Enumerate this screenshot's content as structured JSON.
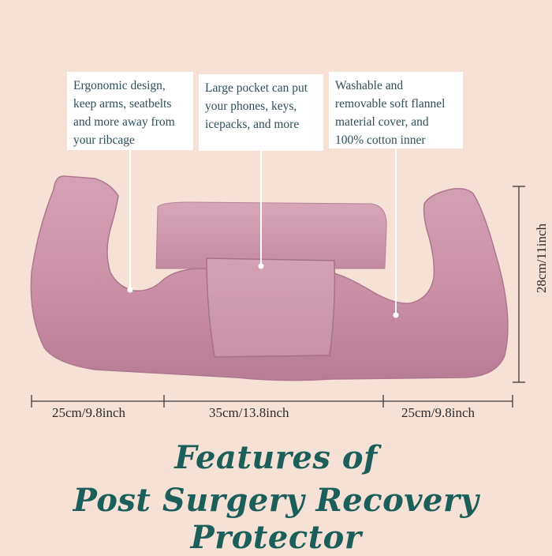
{
  "colors": {
    "background": "#f6e1d6",
    "pillow": "#cf97ad",
    "pillow_shadow": "#b37790",
    "title": "#1c5e5a",
    "callout_text": "#2f4e57"
  },
  "callouts": [
    {
      "text": "Ergonomic design,\nkeep arms, seatbelts\nand more away from\nyour ribcage"
    },
    {
      "text": "Large pocket can put\nyour phones, keys,\nicepacks, and more"
    },
    {
      "text": "Washable and\nremovable soft flannel\nmaterial cover, and\n100% cotton inner"
    }
  ],
  "dimensions": {
    "left": "25cm/9.8inch",
    "center": "35cm/13.8inch",
    "right": "25cm/9.8inch",
    "height": "28cm/11inch"
  },
  "title": {
    "line1": "Features of",
    "line2": "Post Surgery Recovery Protector"
  }
}
